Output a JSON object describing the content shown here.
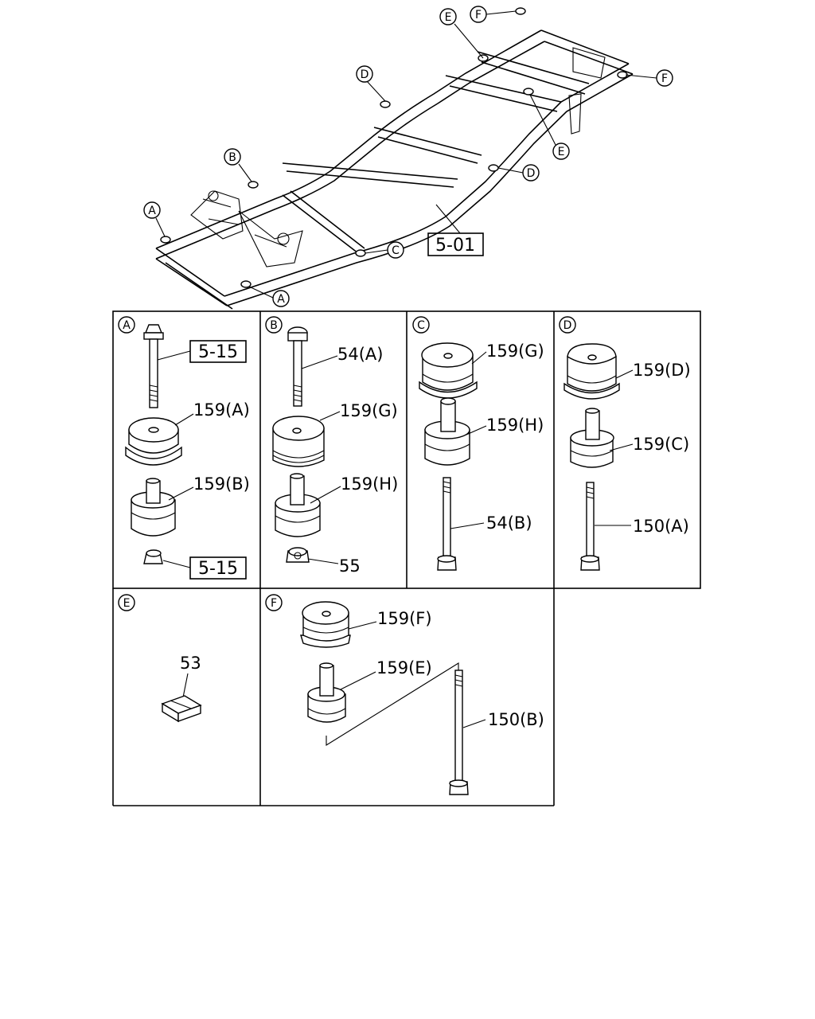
{
  "frame": {
    "ref_label": "5-01",
    "callouts": [
      "E",
      "F",
      "D",
      "F",
      "E",
      "B",
      "D",
      "A",
      "C",
      "A"
    ]
  },
  "panels": {
    "A": {
      "letter": "A",
      "ref_top": "5-15",
      "label_1": "159(A)",
      "label_2": "159(B)",
      "ref_bottom": "5-15"
    },
    "B": {
      "letter": "B",
      "label_bolt": "54(A)",
      "label_1": "159(G)",
      "label_2": "159(H)",
      "label_nut": "55"
    },
    "C": {
      "letter": "C",
      "label_1": "159(G)",
      "label_2": "159(H)",
      "label_bolt": "54(B)"
    },
    "D": {
      "letter": "D",
      "label_1": "159(D)",
      "label_2": "159(C)",
      "label_bolt": "150(A)"
    },
    "E": {
      "letter": "E",
      "label_1": "53"
    },
    "F": {
      "letter": "F",
      "label_1": "159(F)",
      "label_2": "159(E)",
      "label_bolt": "150(B)"
    }
  }
}
